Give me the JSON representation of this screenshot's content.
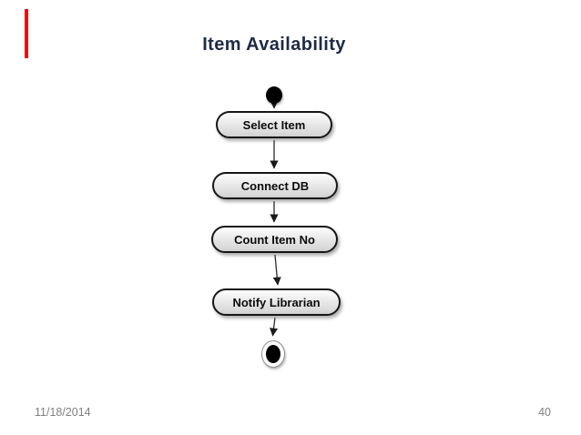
{
  "slide": {
    "title": "Item Availability",
    "title_color": "#1f2a44",
    "accent_marker_color": "#ff0000",
    "footer": {
      "date": "11/18/2014",
      "page_number": "40",
      "text_color": "#808080"
    }
  },
  "diagram": {
    "type": "uml-activity-diagram",
    "has_start_node": true,
    "has_end_node": true,
    "node_fill_top": "#fdfdfd",
    "node_fill_bottom": "#cfcfcf",
    "node_border_color": "#161616",
    "nodes": [
      {
        "label": "Select Item"
      },
      {
        "label": "Connect DB"
      },
      {
        "label": "Count Item No"
      },
      {
        "label": "Notify Librarian"
      }
    ],
    "flow": [
      "start",
      "Select Item",
      "Connect DB",
      "Count Item No",
      "Notify Librarian",
      "end"
    ]
  }
}
